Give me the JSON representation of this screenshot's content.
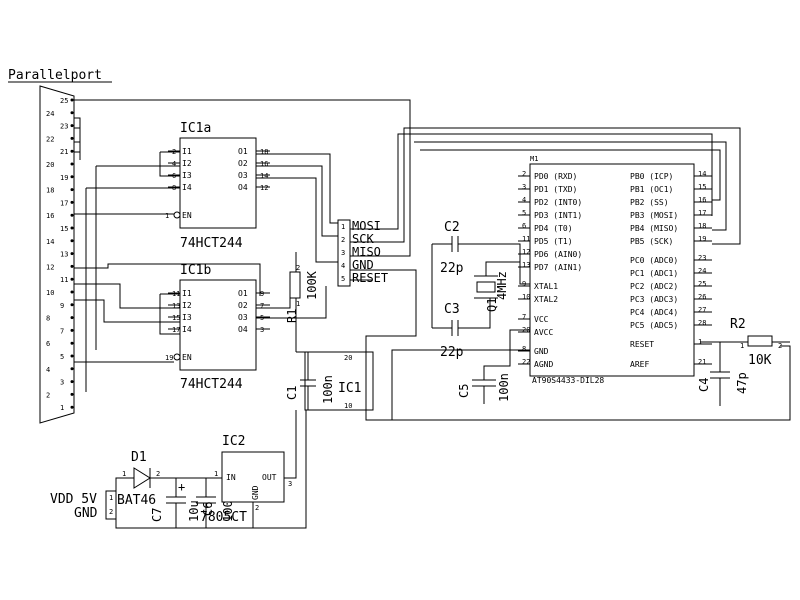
{
  "parallel_port": {
    "title": "Parallelport",
    "pins": [
      "25",
      "24",
      "23",
      "22",
      "21",
      "20",
      "19",
      "18",
      "17",
      "16",
      "15",
      "14",
      "13",
      "12",
      "11",
      "10",
      "9",
      "8",
      "7",
      "6",
      "5",
      "4",
      "3",
      "2",
      "1"
    ]
  },
  "ic1a": {
    "name": "IC1a",
    "part": "74HCT244",
    "in_labels": [
      "I1",
      "I2",
      "I3",
      "I4"
    ],
    "in_pins": [
      "2",
      "4",
      "6",
      "8"
    ],
    "out_labels": [
      "O1",
      "O2",
      "O3",
      "O4"
    ],
    "out_pins": [
      "18",
      "16",
      "14",
      "12"
    ],
    "en_label": "EN",
    "en_pin": "1"
  },
  "ic1b": {
    "name": "IC1b",
    "part": "74HCT244",
    "in_labels": [
      "I1",
      "I2",
      "I3",
      "I4"
    ],
    "in_pins": [
      "11",
      "13",
      "15",
      "17"
    ],
    "out_labels": [
      "O1",
      "O2",
      "O3",
      "O4"
    ],
    "out_pins": [
      "9",
      "7",
      "5",
      "3"
    ],
    "en_label": "EN",
    "en_pin": "19"
  },
  "ic1": {
    "name": "IC1",
    "vcc_pin": "20",
    "gnd_pin": "10"
  },
  "connector": {
    "labels": [
      "MOSI",
      "SCK",
      "MISO",
      "GND",
      "RESET"
    ],
    "pins": [
      "1",
      "2",
      "3",
      "4",
      "5"
    ]
  },
  "resistors": {
    "r1": {
      "name": "R1",
      "value": "100K"
    },
    "r2": {
      "name": "R2",
      "value": "10K",
      "pin1": "1",
      "pin2": "2"
    }
  },
  "capacitors": {
    "c1": {
      "name": "C1",
      "value": "100n"
    },
    "c2": {
      "name": "C2",
      "value": "22p"
    },
    "c3": {
      "name": "C3",
      "value": "22p"
    },
    "c4": {
      "name": "C4",
      "value": "47p"
    },
    "c5": {
      "name": "C5",
      "value": "100n"
    },
    "c6": {
      "name": "C6",
      "value": "100n"
    },
    "c7": {
      "name": "C7",
      "value": "10u"
    }
  },
  "crystal": {
    "name": "Q1",
    "value": "4MHz"
  },
  "mcu": {
    "name": "M1",
    "part": "AT90S4433-DIL28",
    "left_labels": [
      "PD0 (RXD)",
      "PD1 (TXD)",
      "PD2 (INT0)",
      "PD3 (INT1)",
      "PD4 (T0)",
      "PD5 (T1)",
      "PD6 (AIN0)",
      "PD7 (AIN1)",
      "XTAL1",
      "XTAL2",
      "VCC",
      "AVCC",
      "GND",
      "AGND"
    ],
    "left_pins": [
      "2",
      "3",
      "4",
      "5",
      "6",
      "11",
      "12",
      "13",
      "9",
      "10",
      "7",
      "20",
      "8",
      "22"
    ],
    "right_labels": [
      "PB0 (ICP)",
      "PB1 (OC1)",
      "PB2 (SS)",
      "PB3 (MOSI)",
      "PB4 (MISO)",
      "PB5 (SCK)",
      "PC0 (ADC0)",
      "PC1 (ADC1)",
      "PC2 (ADC2)",
      "PC3 (ADC3)",
      "PC4 (ADC4)",
      "PC5 (ADC5)",
      "RESET",
      "AREF"
    ],
    "right_pins": [
      "14",
      "15",
      "16",
      "17",
      "18",
      "19",
      "23",
      "24",
      "25",
      "26",
      "27",
      "28",
      "1",
      "21"
    ]
  },
  "ic2": {
    "name": "IC2",
    "part": "7805CT",
    "in_label": "IN",
    "out_label": "OUT",
    "gnd_label": "GND",
    "pins": [
      "1",
      "3",
      "2"
    ]
  },
  "diode": {
    "name": "D1",
    "part": "BAT46",
    "pins": [
      "1",
      "2"
    ]
  },
  "power": {
    "vdd": "VDD 5V",
    "gnd": "GND",
    "pins": [
      "1",
      "2"
    ]
  }
}
